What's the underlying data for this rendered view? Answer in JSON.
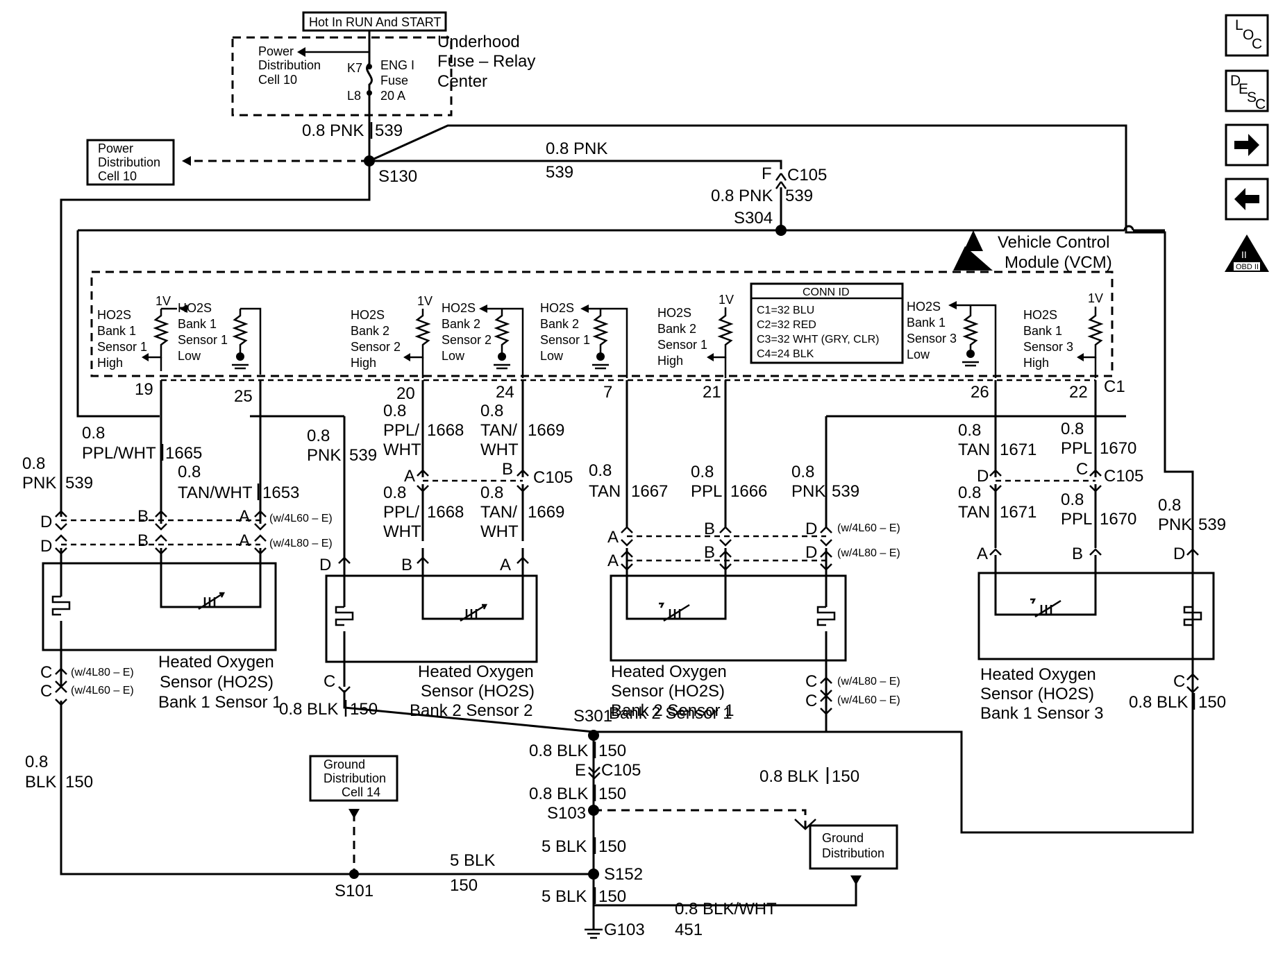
{
  "header": {
    "hot_label": "Hot In RUN And START"
  },
  "fuse_center": {
    "title_lines": [
      "Underhood",
      "Fuse – Relay",
      "Center"
    ],
    "pdc_lines": [
      "Power",
      "Distribution",
      "Cell 10"
    ],
    "k7": "K7",
    "l8": "L8",
    "fuse_lines": [
      "ENG I",
      "Fuse",
      "20 A"
    ]
  },
  "pdc_box_lines": [
    "Power",
    "Distribution",
    "Cell 10"
  ],
  "vcm": {
    "title_lines": [
      "Vehicle Control",
      "Module (VCM)"
    ]
  },
  "conn_id": {
    "title": "CONN ID",
    "lines": [
      "C1=32 BLU",
      "C2=32 RED",
      "C3=32 WHT (GRY, CLR)",
      "C4=24 BLK"
    ]
  },
  "sensor_labels": {
    "b1s1_high": [
      "HO2S",
      "Bank 1",
      "Sensor 1",
      "High"
    ],
    "b1s1_low": [
      "HO2S",
      "Bank 1",
      "Sensor 1",
      "Low"
    ],
    "b2s2_high": [
      "HO2S",
      "Bank 2",
      "Sensor 2",
      "High"
    ],
    "b2s2_low": [
      "HO2S",
      "Bank 2",
      "Sensor 2",
      "Low"
    ],
    "b2s1_low": [
      "HO2S",
      "Bank 2",
      "Sensor 1",
      "Low"
    ],
    "b2s1_high": [
      "HO2S",
      "Bank 2",
      "Sensor 1",
      "High"
    ],
    "b1s3_low": [
      "HO2S",
      "Bank 1",
      "Sensor 3",
      "Low"
    ],
    "b1s3_high": [
      "HO2S",
      "Bank 1",
      "Sensor 3",
      "High"
    ],
    "volt": "1V"
  },
  "pins": {
    "p19": "19",
    "p25": "25",
    "p20": "20",
    "p24": "24",
    "p7": "7",
    "p21": "21",
    "p26": "26",
    "p22": "22",
    "c1": "C1"
  },
  "splices": {
    "s130": "S130",
    "s304": "S304",
    "s301": "S301",
    "s103": "S103",
    "s152": "S152",
    "s101": "S101",
    "g103": "G103"
  },
  "connectors": {
    "c105": "C105",
    "f": "F",
    "e": "E",
    "w4l60": "(w/4L60 – E)",
    "w4l80": "(w/4L80 – E)",
    "A": "A",
    "B": "B",
    "C": "C",
    "D": "D"
  },
  "wires": {
    "pnk": "0.8 PNK",
    "n539": "539",
    "ppl_wht": "PPL/WHT",
    "n1665": "1665",
    "tan_wht": "TAN/WHT",
    "n1653": "1653",
    "g08": "0.8",
    "ppl_s": "PPL/",
    "wht": "WHT",
    "n1668": "1668",
    "tan_s": "TAN/",
    "n1669": "1669",
    "tan": "TAN",
    "n1667": "1667",
    "ppl": "PPL",
    "n1666": "1666",
    "n1671": "1671",
    "n1670": "1670",
    "pnk_only": "PNK",
    "blk": "0.8 BLK",
    "blk_only": "BLK",
    "n150": "150",
    "blk5": "5 BLK",
    "blkwht": "0.8 BLK/WHT",
    "n451": "451"
  },
  "sensors": {
    "s_b1s1": [
      "Heated Oxygen",
      "Sensor (HO2S)",
      "Bank 1 Sensor 1"
    ],
    "s_b2s2": [
      "Heated Oxygen",
      "Sensor (HO2S)",
      "Bank 2 Sensor 2"
    ],
    "s_b2s1": [
      "Heated Oxygen",
      "Sensor (HO2S)",
      "Bank 2 Sensor 1"
    ],
    "s_b1s3": [
      "Heated Oxygen",
      "Sensor (HO2S)",
      "Bank 1 Sensor 3"
    ]
  },
  "ground": {
    "gdc_lines": [
      "Ground",
      "Distribution",
      "Cell 14"
    ],
    "gd_lines": [
      "Ground",
      "Distribution"
    ]
  },
  "nav": {
    "loc": {
      "l1": "L",
      "l2": "O",
      "l3": "C"
    },
    "desc": {
      "l1": "D",
      "l2": "E",
      "l3": "S",
      "l4": "C"
    },
    "next_icon": "➔",
    "prev_icon": "🡐",
    "obd": "OBD II",
    "obd_num": "II"
  }
}
